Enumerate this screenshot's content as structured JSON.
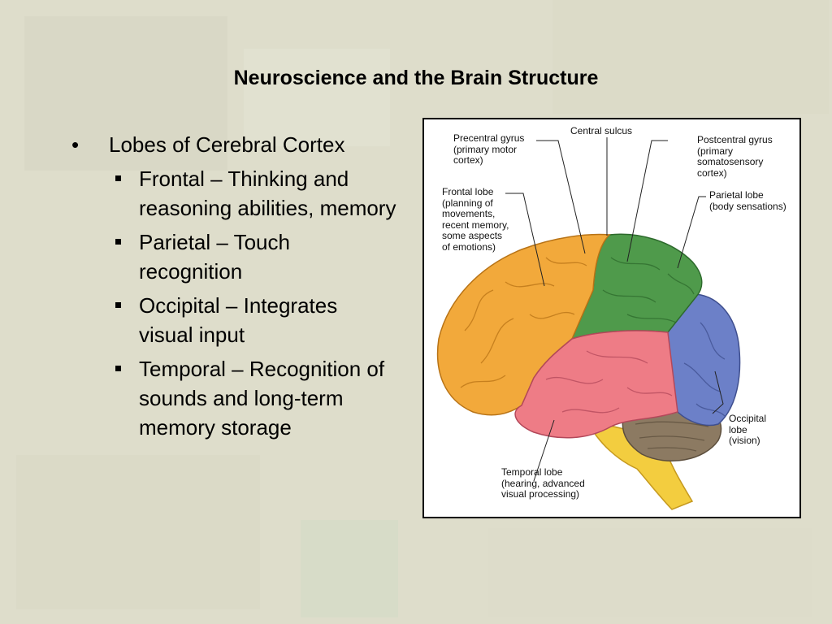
{
  "title": "Neuroscience and the Brain Structure",
  "bullet": {
    "text": "Lobes of Cerebral Cortex",
    "sub": [
      "Frontal – Thinking and reasoning abilities, memory",
      "Parietal – Touch recognition",
      "Occipital – Integrates visual input",
      "Temporal – Recognition of sounds and long-term memory storage"
    ]
  },
  "diagram": {
    "labels": {
      "precentral": "Precentral gyrus\n(primary motor\ncortex)",
      "central_sulcus": "Central sulcus",
      "postcentral": "Postcentral gyrus\n(primary\nsomatosensory\ncortex)",
      "frontal": "Frontal lobe\n(planning of\nmovements,\nrecent memory,\nsome aspects\nof emotions)",
      "parietal": "Parietal lobe\n(body sensations)",
      "occipital": "Occipital\nlobe\n(vision)",
      "temporal": "Temporal lobe\n(hearing, advanced\nvisual processing)"
    },
    "colors": {
      "frontal": "#f2a93b",
      "parietal": "#4f9a4b",
      "occipital": "#6c80c8",
      "temporal": "#ee7c86",
      "cerebellum": "#8c7a62",
      "brainstem": "#f3cd3f"
    }
  }
}
